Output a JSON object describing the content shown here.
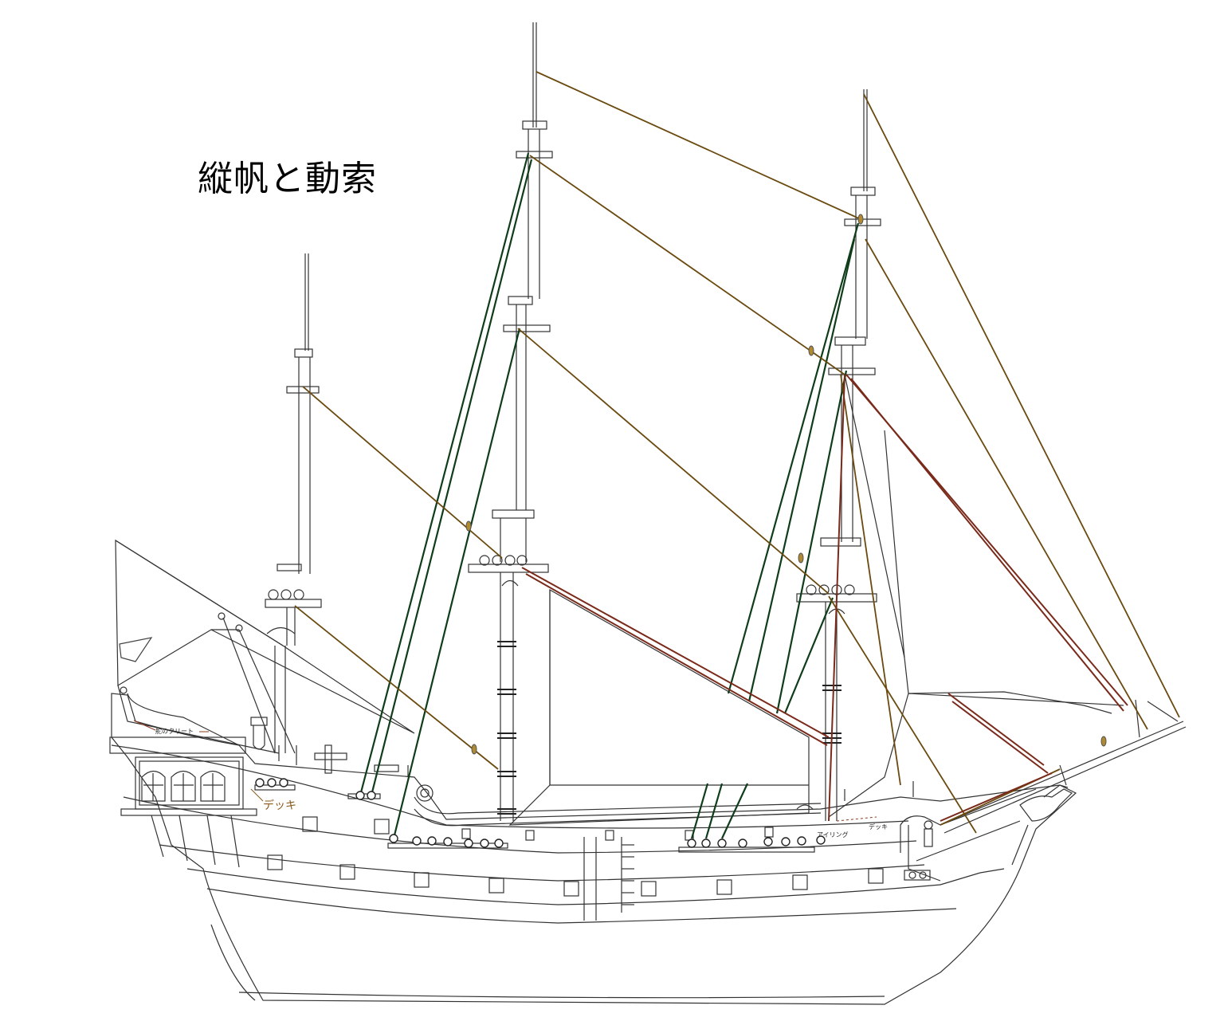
{
  "title": "縦帆と動索",
  "labels": {
    "deck_left": "デッキ",
    "cleat": "舵のクリート",
    "eyering": "アイリング",
    "deck_right": "デッキ"
  },
  "colors": {
    "line": "#333333",
    "rope_green": "#0f3d1a",
    "rope_brown": "#6b4a10",
    "rope_red": "#7a2a1a",
    "label_brown": "#8a5a1a"
  }
}
